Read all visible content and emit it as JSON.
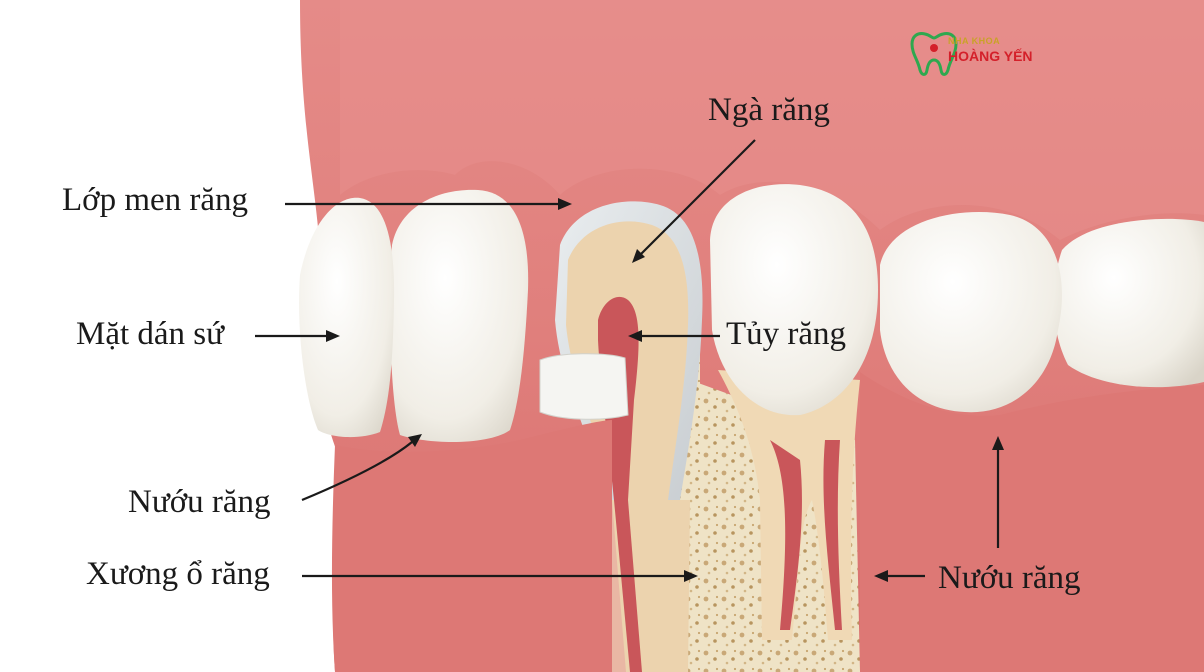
{
  "brand": {
    "name_top": "NHA KHOA",
    "name_main": "HOÀNG YẾN",
    "colors": {
      "green": "#2fa84f",
      "red": "#d4202a",
      "gold": "#c9a227"
    }
  },
  "labels": {
    "enamel": "Lớp men răng",
    "dentin": "Ngà răng",
    "veneer": "Mặt dán sứ",
    "pulp": "Tủy răng",
    "gum_left": "Nướu răng",
    "bone": "Xương ổ răng",
    "gum_right": "Nướu răng"
  },
  "colors": {
    "gum": "#e07f7c",
    "gum_dark": "#c85e5c",
    "tooth": "#f4f1ea",
    "dentin": "#ecd3ae",
    "bone": "#efe3c6",
    "pulp": "#c9565a",
    "arrow": "#1a1a1a"
  }
}
